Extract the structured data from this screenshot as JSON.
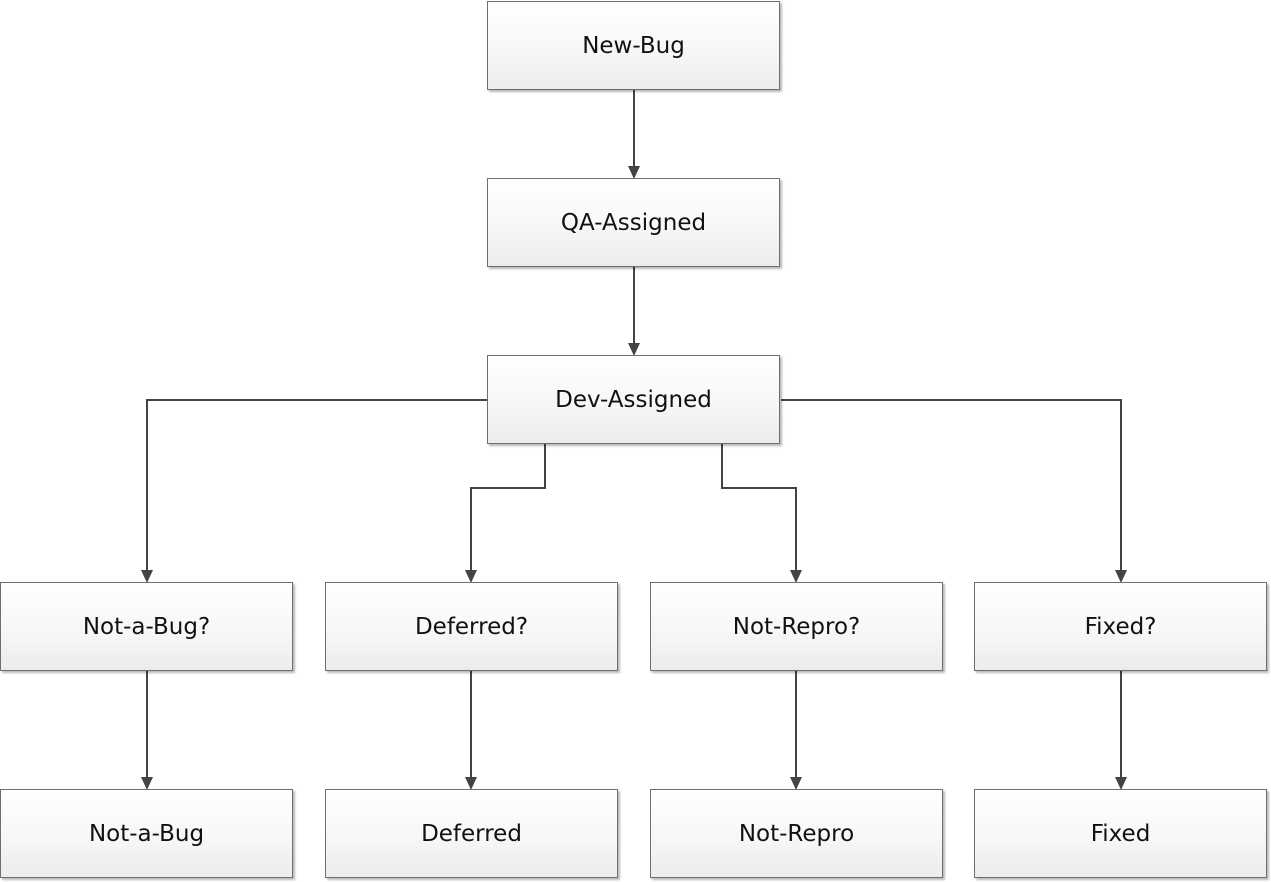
{
  "diagram": {
    "type": "flowchart",
    "nodes": [
      {
        "id": "new-bug",
        "label": "New-Bug"
      },
      {
        "id": "qa-assigned",
        "label": "QA-Assigned"
      },
      {
        "id": "dev-assigned",
        "label": "Dev-Assigned"
      },
      {
        "id": "not-a-bug-q",
        "label": "Not-a-Bug?"
      },
      {
        "id": "deferred-q",
        "label": "Deferred?"
      },
      {
        "id": "not-repro-q",
        "label": "Not-Repro?"
      },
      {
        "id": "fixed-q",
        "label": "Fixed?"
      },
      {
        "id": "not-a-bug",
        "label": "Not-a-Bug"
      },
      {
        "id": "deferred",
        "label": "Deferred"
      },
      {
        "id": "not-repro",
        "label": "Not-Repro"
      },
      {
        "id": "fixed",
        "label": "Fixed"
      }
    ],
    "edges": [
      {
        "from": "new-bug",
        "to": "qa-assigned"
      },
      {
        "from": "qa-assigned",
        "to": "dev-assigned"
      },
      {
        "from": "dev-assigned",
        "to": "not-a-bug-q"
      },
      {
        "from": "dev-assigned",
        "to": "deferred-q"
      },
      {
        "from": "dev-assigned",
        "to": "not-repro-q"
      },
      {
        "from": "dev-assigned",
        "to": "fixed-q"
      },
      {
        "from": "not-a-bug-q",
        "to": "not-a-bug"
      },
      {
        "from": "deferred-q",
        "to": "deferred"
      },
      {
        "from": "not-repro-q",
        "to": "not-repro"
      },
      {
        "from": "fixed-q",
        "to": "fixed"
      }
    ],
    "colors": {
      "line": "#444444",
      "border": "#6f6f6f",
      "fill_top": "#ffffff",
      "fill_bottom": "#ececec",
      "text": "#111111"
    }
  }
}
